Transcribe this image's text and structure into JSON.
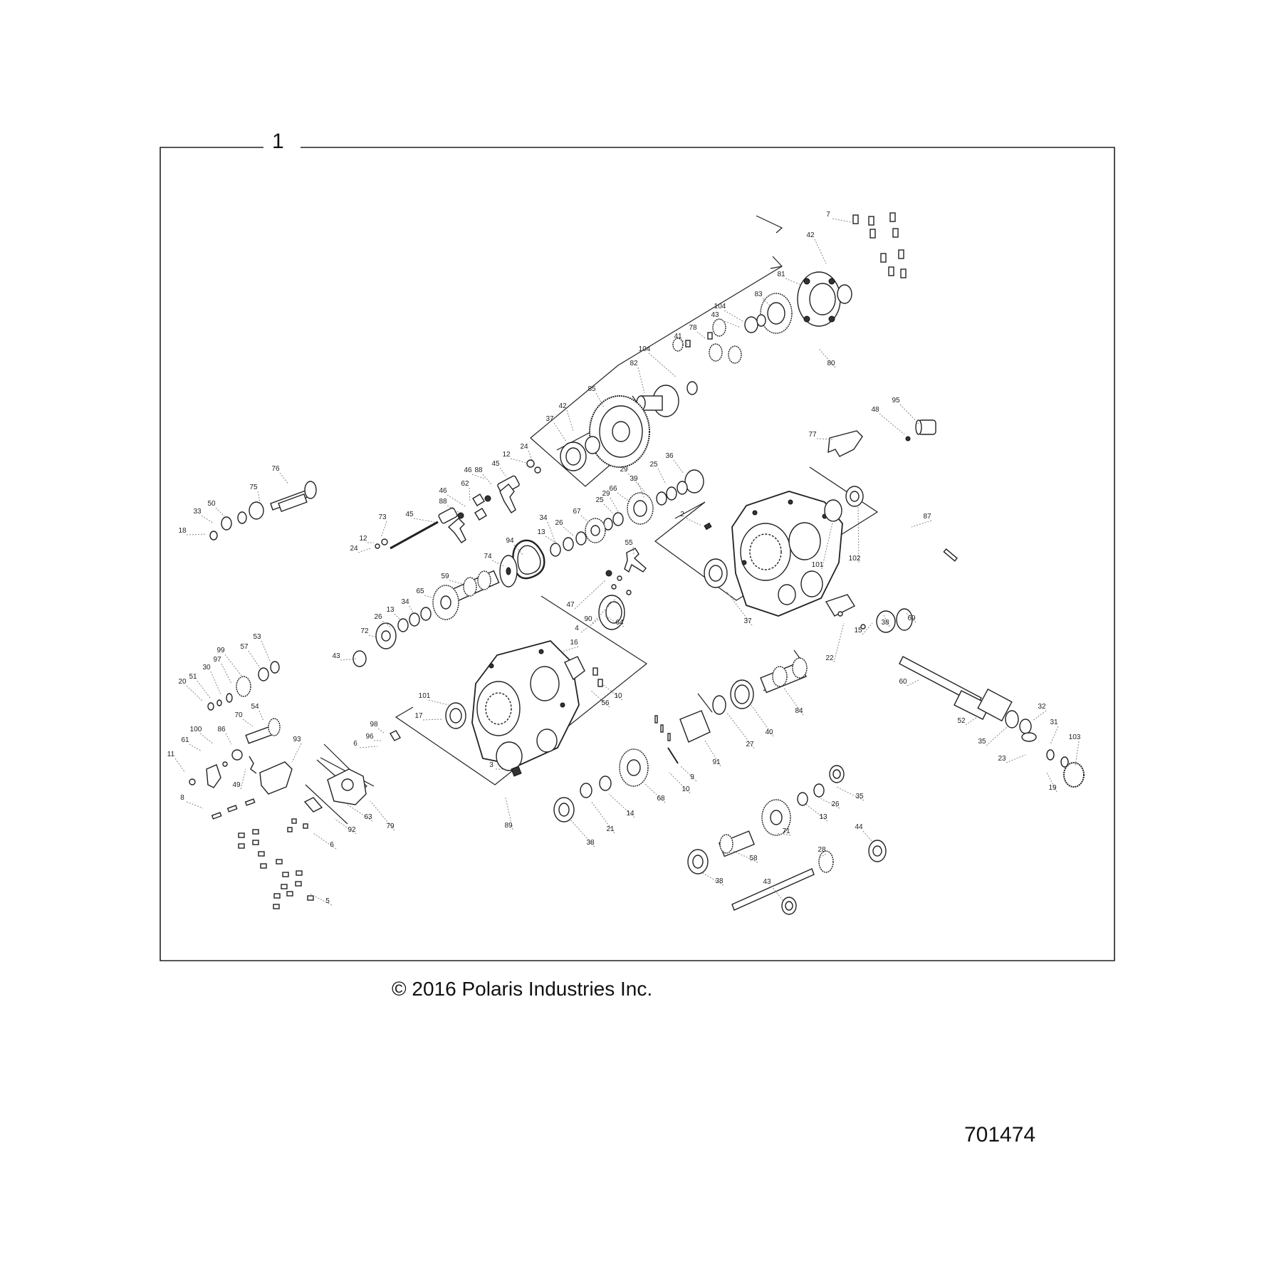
{
  "frame_label": "1",
  "copyright": "© 2016 Polaris Industries Inc.",
  "figure_id": "701474",
  "callouts": [
    "7",
    "42",
    "81",
    "83",
    "104",
    "43",
    "78",
    "41",
    "104",
    "82",
    "80",
    "85",
    "42",
    "37",
    "24",
    "12",
    "45",
    "46",
    "88",
    "62",
    "46",
    "88",
    "45",
    "73",
    "12",
    "24",
    "76",
    "75",
    "50",
    "33",
    "18",
    "36",
    "25",
    "29",
    "39",
    "66",
    "25",
    "29",
    "67",
    "26",
    "13",
    "34",
    "94",
    "74",
    "59",
    "65",
    "34",
    "13",
    "26",
    "72",
    "43",
    "55",
    "47",
    "90",
    "4",
    "64",
    "37",
    "2",
    "87",
    "101",
    "102",
    "77",
    "48",
    "95",
    "16",
    "10",
    "56",
    "101",
    "17",
    "98",
    "96",
    "6",
    "3",
    "22",
    "15",
    "38",
    "69",
    "60",
    "52",
    "35",
    "32",
    "31",
    "23",
    "19",
    "103",
    "84",
    "40",
    "27",
    "91",
    "9",
    "10",
    "68",
    "14",
    "21",
    "38",
    "89",
    "35",
    "26",
    "13",
    "71",
    "58",
    "38",
    "44",
    "28",
    "43",
    "99",
    "57",
    "53",
    "97",
    "30",
    "51",
    "20",
    "54",
    "70",
    "86",
    "100",
    "61",
    "11",
    "93",
    "49",
    "8",
    "79",
    "63",
    "92",
    "6",
    "5"
  ]
}
